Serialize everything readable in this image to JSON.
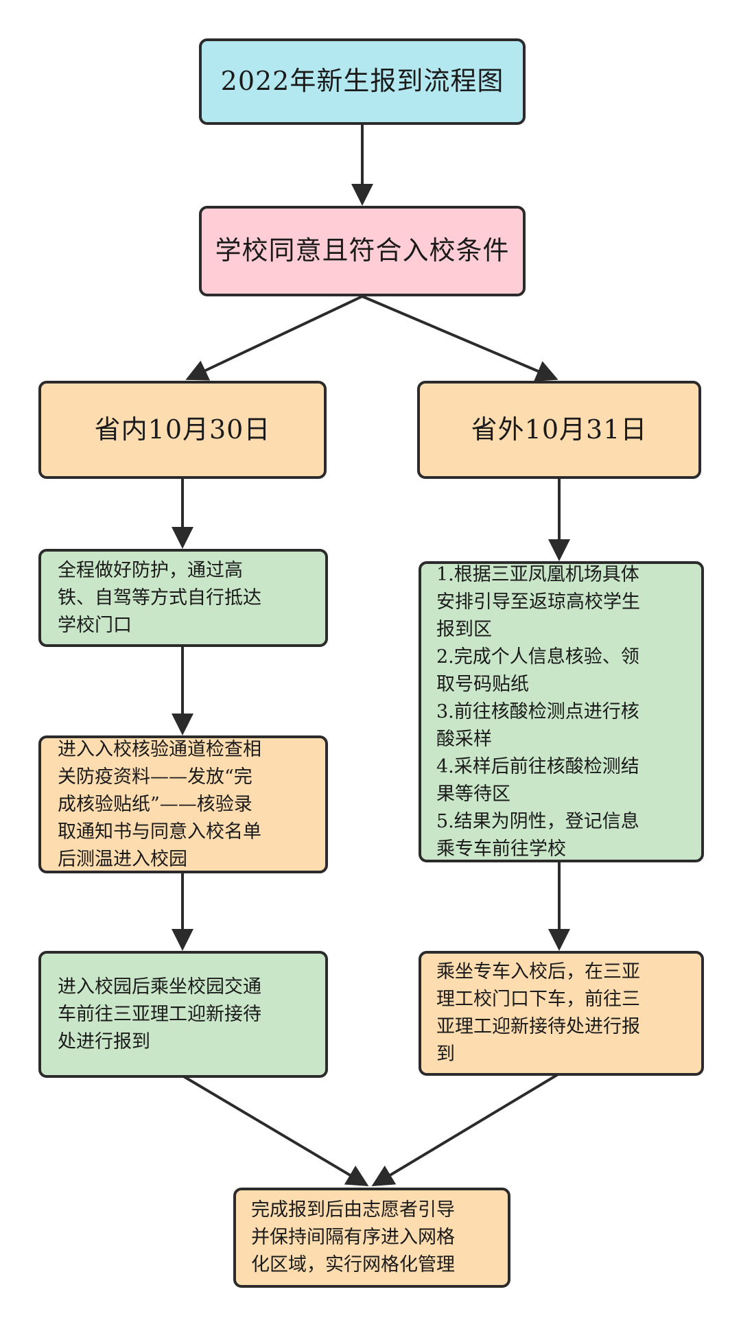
{
  "colors": {
    "title": "#b3e8f0",
    "condition": "#ffcdd5",
    "branch": "#fddcb0",
    "step": "#c9e6c8",
    "border": "#2b2b2b"
  },
  "nodes": {
    "title": "2022年新生报到流程图",
    "condition": "学校同意且符合入校条件",
    "in_province_date": "省内10月30日",
    "out_province_date": "省外10月31日",
    "in_step_1": "全程做好防护，通过高\n铁、自驾等方式自行抵达\n学校门口",
    "in_step_2": "进入入校核验通道检查相\n关防疫资料——发放“完\n成核验贴纸”——核验录\n取通知书与同意入校名单\n后测温进入校园",
    "in_step_3": "进入校园后乘坐校园交通\n车前往三亚理工迎新接待\n处进行报到",
    "out_step_1": "1.根据三亚凤凰机场具体\n安排引导至返琼高校学生\n报到区\n2.完成个人信息核验、领\n取号码贴纸\n3.前往核酸检测点进行核\n酸采样\n4.采样后前往核酸检测结\n果等待区\n5.结果为阴性，登记信息\n乘专车前往学校",
    "out_step_2": "乘坐专车入校后，在三亚\n理工校门口下车，前往三\n亚理工迎新接待处进行报\n到",
    "final": "完成报到后由志愿者引导\n并保持间隔有序进入网格\n化区域，实行网格化管理"
  }
}
